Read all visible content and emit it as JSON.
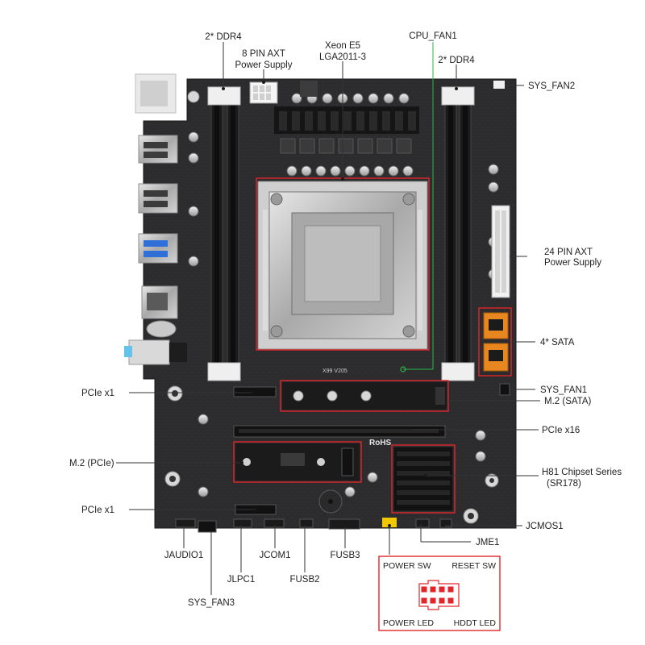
{
  "labels": {
    "ddr4_left": "2* DDR4",
    "axt8_line1": "8 PIN AXT",
    "axt8_line2": "Power Supply",
    "cpu_line1": "Xeon E5",
    "cpu_line2": "LGA2011-3",
    "cpu_fan1": "CPU_FAN1",
    "ddr4_right": "2* DDR4",
    "sys_fan2": "SYS_FAN2",
    "axt24_line1": "24 PIN AXT",
    "axt24_line2": "Power Supply",
    "sata": "4* SATA",
    "sys_fan1": "SYS_FAN1",
    "m2_sata": "M.2 (SATA)",
    "pcie_x1_top": "PCIe x1",
    "pcie_x16": "PCIe x16",
    "m2_pcie": "M.2 (PCIe)",
    "chipset_line1": "H81 Chipset Series",
    "chipset_line2": "(SR178)",
    "pcie_x1_bottom": "PCIe x1",
    "jcmos1": "JCMOS1",
    "jme1": "JME1",
    "jaudio1": "JAUDIO1",
    "jcom1": "JCOM1",
    "fusb3": "FUSB3",
    "jlpc1": "JLPC1",
    "fusb2": "FUSB2",
    "sys_fan3": "SYS_FAN3"
  },
  "panel": {
    "power_sw": "POWER SW",
    "reset_sw": "RESET SW",
    "power_led": "POWER LED",
    "hddt_led": "HDDT LED"
  },
  "silkscreen": {
    "model": "X99 V205",
    "rohs": "RoHS"
  },
  "colors": {
    "pcb": "#2b2b2d",
    "callout_box": "#e0262b",
    "cpu_fan_line": "#2db34a",
    "sata_orange": "#e8861f"
  }
}
